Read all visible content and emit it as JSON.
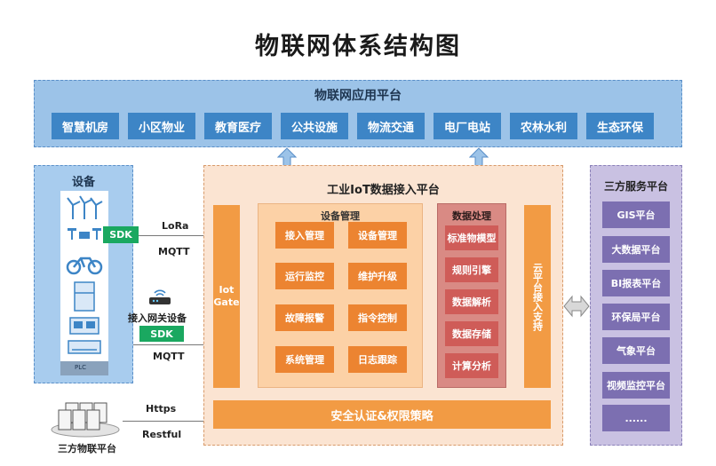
{
  "title": "物联网体系结构图",
  "app_platform": {
    "title": "物联网应用平台",
    "items": [
      "智慧机房",
      "小区物业",
      "教育医疗",
      "公共设施",
      "物流交通",
      "电厂电站",
      "农林水利",
      "生态环保"
    ]
  },
  "devices": {
    "title": "设备",
    "plc_label": "PLC"
  },
  "connections": {
    "sdk_label": "SDK",
    "lora": "LoRa",
    "mqtt": "MQTT",
    "gateway_device": "接入网关设备",
    "https": "Https",
    "restful": "Restful"
  },
  "core_platform": {
    "title": "工业IoT数据接入平台",
    "gate_label": "Iot Gate",
    "device_mgmt": {
      "title": "设备管理",
      "items": [
        "接入管理",
        "设备管理",
        "运行监控",
        "维护升级",
        "故障报警",
        "指令控制",
        "系统管理",
        "日志跟踪"
      ]
    },
    "data_proc": {
      "title": "数据处理",
      "items": [
        "标准物模型",
        "规则引擎",
        "数据解析",
        "数据存储",
        "计算分析"
      ]
    },
    "cloud_label": "云平台接入支持",
    "security": "安全认证&权限策略"
  },
  "third_party_services": {
    "title": "三方服务平台",
    "items": [
      "GIS平台",
      "大数据平台",
      "BI报表平台",
      "环保局平台",
      "气象平台",
      "视频监控平台",
      "......"
    ]
  },
  "third_party_iot": {
    "title": "三方物联平台"
  },
  "colors": {
    "app_bg": "#9cc3e8",
    "app_item": "#3d85c6",
    "core_bg": "#fbe4d2",
    "orange": "#f29b44",
    "mgmt_btn": "#ec8431",
    "proc_btn": "#cf5c58",
    "tp_btn": "#7c6fb1",
    "sdk": "#1aa860"
  }
}
